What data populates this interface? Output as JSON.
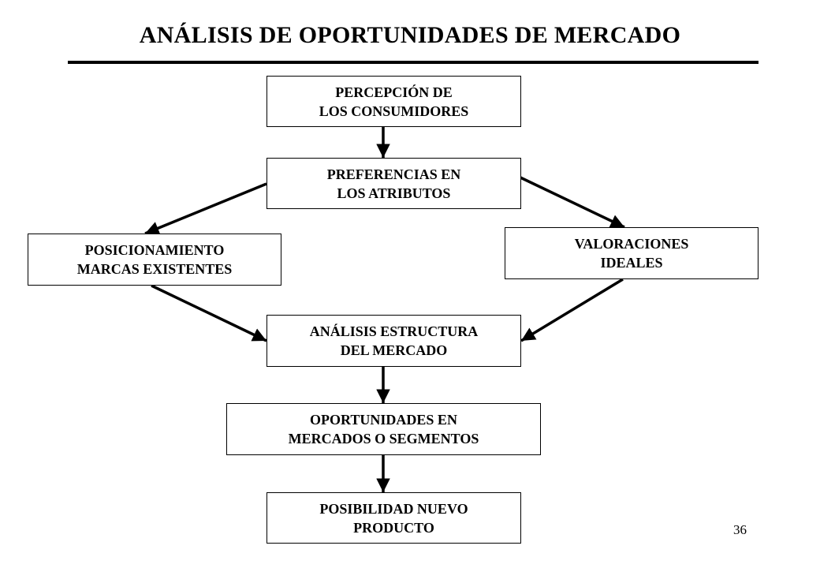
{
  "title": "ANÁLISIS DE OPORTUNIDADES DE MERCADO",
  "nodes": {
    "percepcion": {
      "line1": "PERCEPCIÓN DE",
      "line2": "LOS CONSUMIDORES"
    },
    "preferencias": {
      "line1": "PREFERENCIAS EN",
      "line2": "LOS ATRIBUTOS"
    },
    "posicionamiento": {
      "line1": "POSICIONAMIENTO",
      "line2": "MARCAS EXISTENTES"
    },
    "valoraciones": {
      "line1": "VALORACIONES",
      "line2": "IDEALES"
    },
    "analisis": {
      "line1": "ANÁLISIS ESTRUCTURA",
      "line2": "DEL MERCADO"
    },
    "oportunidades": {
      "line1": "OPORTUNIDADES EN",
      "line2": "MERCADOS O SEGMENTOS"
    },
    "posibilidad": {
      "line1": "POSIBILIDAD NUEVO",
      "line2": "PRODUCTO"
    }
  },
  "edges": [
    {
      "from": "percepcion",
      "to": "preferencias"
    },
    {
      "from": "preferencias",
      "to": "posicionamiento"
    },
    {
      "from": "preferencias",
      "to": "valoraciones"
    },
    {
      "from": "posicionamiento",
      "to": "analisis"
    },
    {
      "from": "valoraciones",
      "to": "analisis"
    },
    {
      "from": "analisis",
      "to": "oportunidades"
    },
    {
      "from": "oportunidades",
      "to": "posibilidad"
    }
  ],
  "page_number": "36"
}
